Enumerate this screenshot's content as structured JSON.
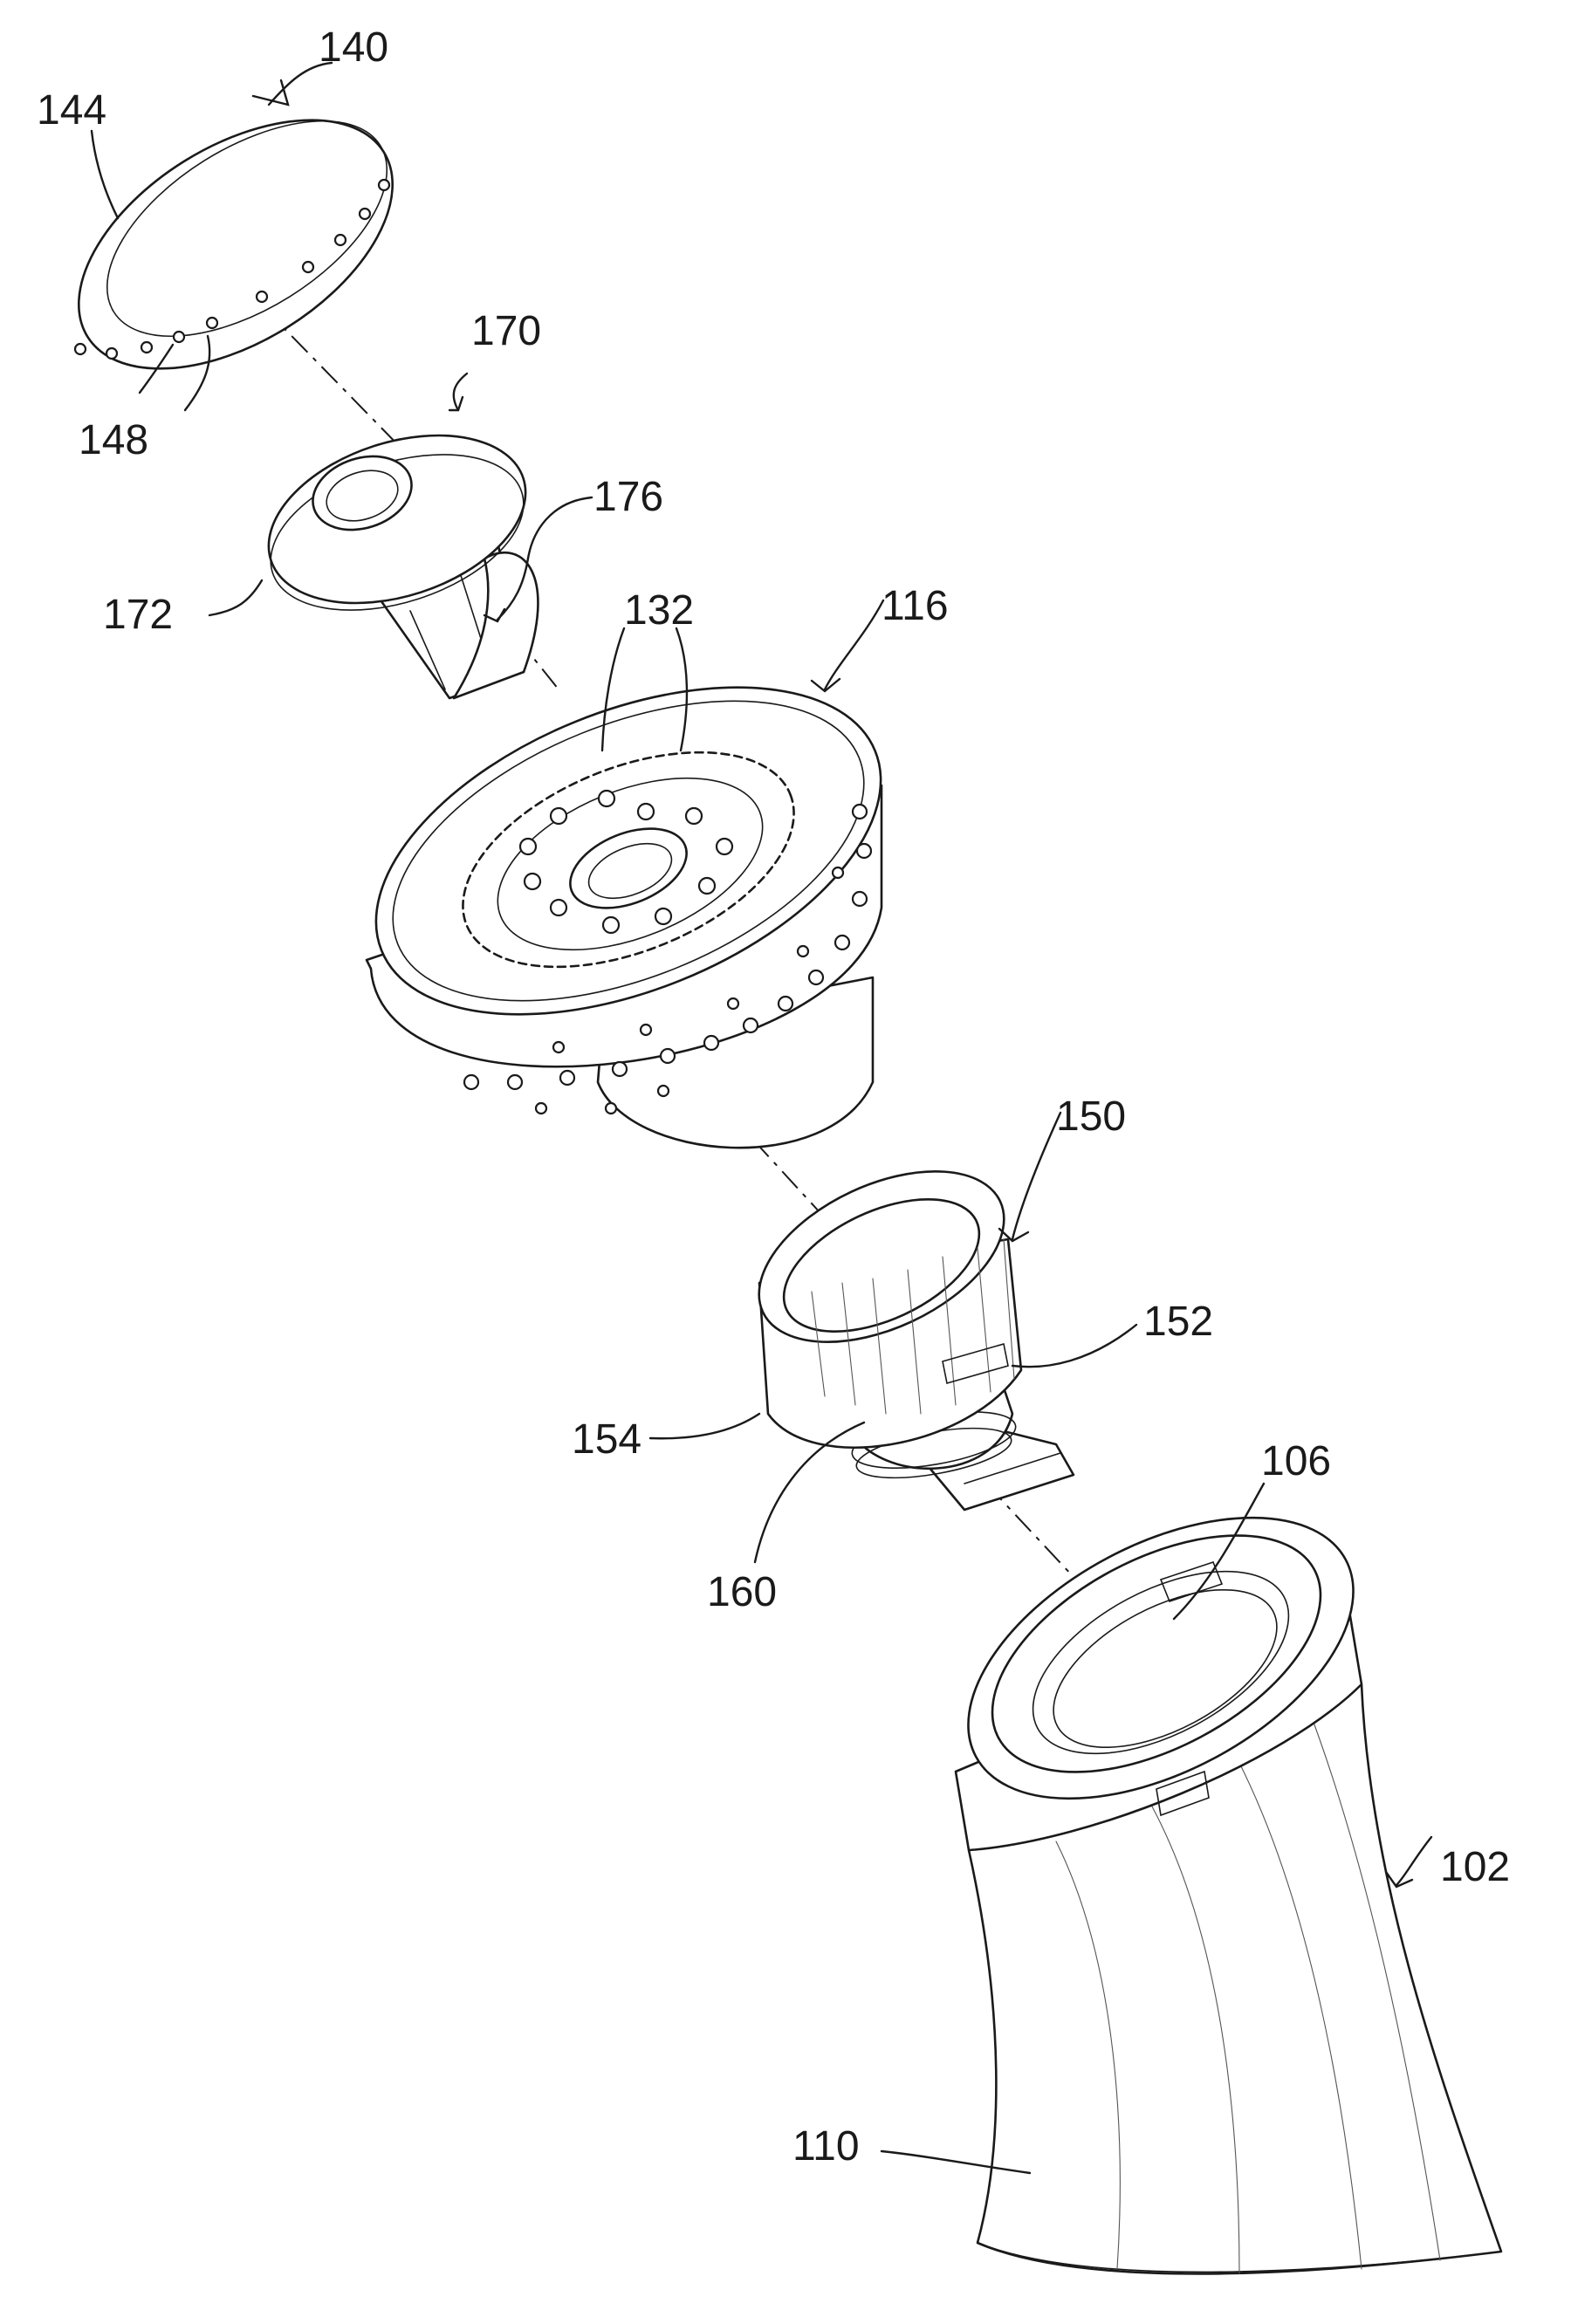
{
  "figure": {
    "labels": [
      {
        "id": "l140",
        "text": "140"
      },
      {
        "id": "l144",
        "text": "144"
      },
      {
        "id": "l148",
        "text": "148"
      },
      {
        "id": "l170",
        "text": "170"
      },
      {
        "id": "l176",
        "text": "176"
      },
      {
        "id": "l172",
        "text": "172"
      },
      {
        "id": "l132",
        "text": "132"
      },
      {
        "id": "l116",
        "text": "116"
      },
      {
        "id": "l150",
        "text": "150"
      },
      {
        "id": "l152",
        "text": "152"
      },
      {
        "id": "l154",
        "text": "154"
      },
      {
        "id": "l160",
        "text": "160"
      },
      {
        "id": "l106",
        "text": "106"
      },
      {
        "id": "l102",
        "text": "102"
      },
      {
        "id": "l110",
        "text": "110"
      }
    ]
  }
}
